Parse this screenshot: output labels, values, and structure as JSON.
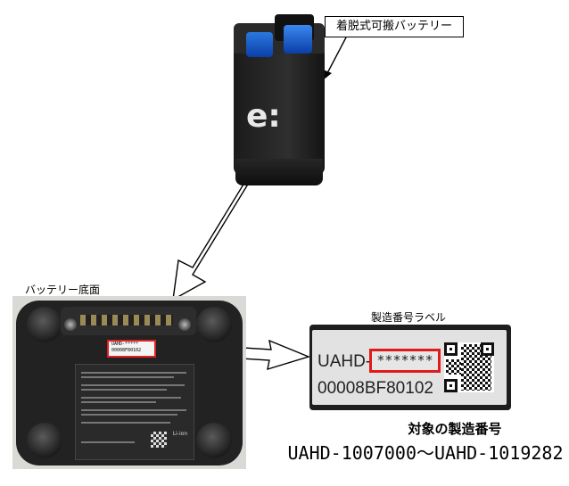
{
  "battery": {
    "callout_label": "着脱式可搬バッテリー",
    "logo_text": "e:"
  },
  "bottom_view": {
    "label": "バッテリー底面",
    "sticker_lines": [
      "UAHD-*****",
      "00008F80102"
    ],
    "liion_mark": "Li-ion"
  },
  "serial_label": {
    "title": "製造番号ラベル",
    "model_prefix": "UAHD-",
    "masked_serial": "*******",
    "serial_number": "00008BF80102"
  },
  "target": {
    "title": "対象の製造番号",
    "range": "UAHD-1007000～UAHD-1019282"
  },
  "colors": {
    "highlight": "#e01a1a",
    "battery_accent": "#1a5fd0"
  }
}
